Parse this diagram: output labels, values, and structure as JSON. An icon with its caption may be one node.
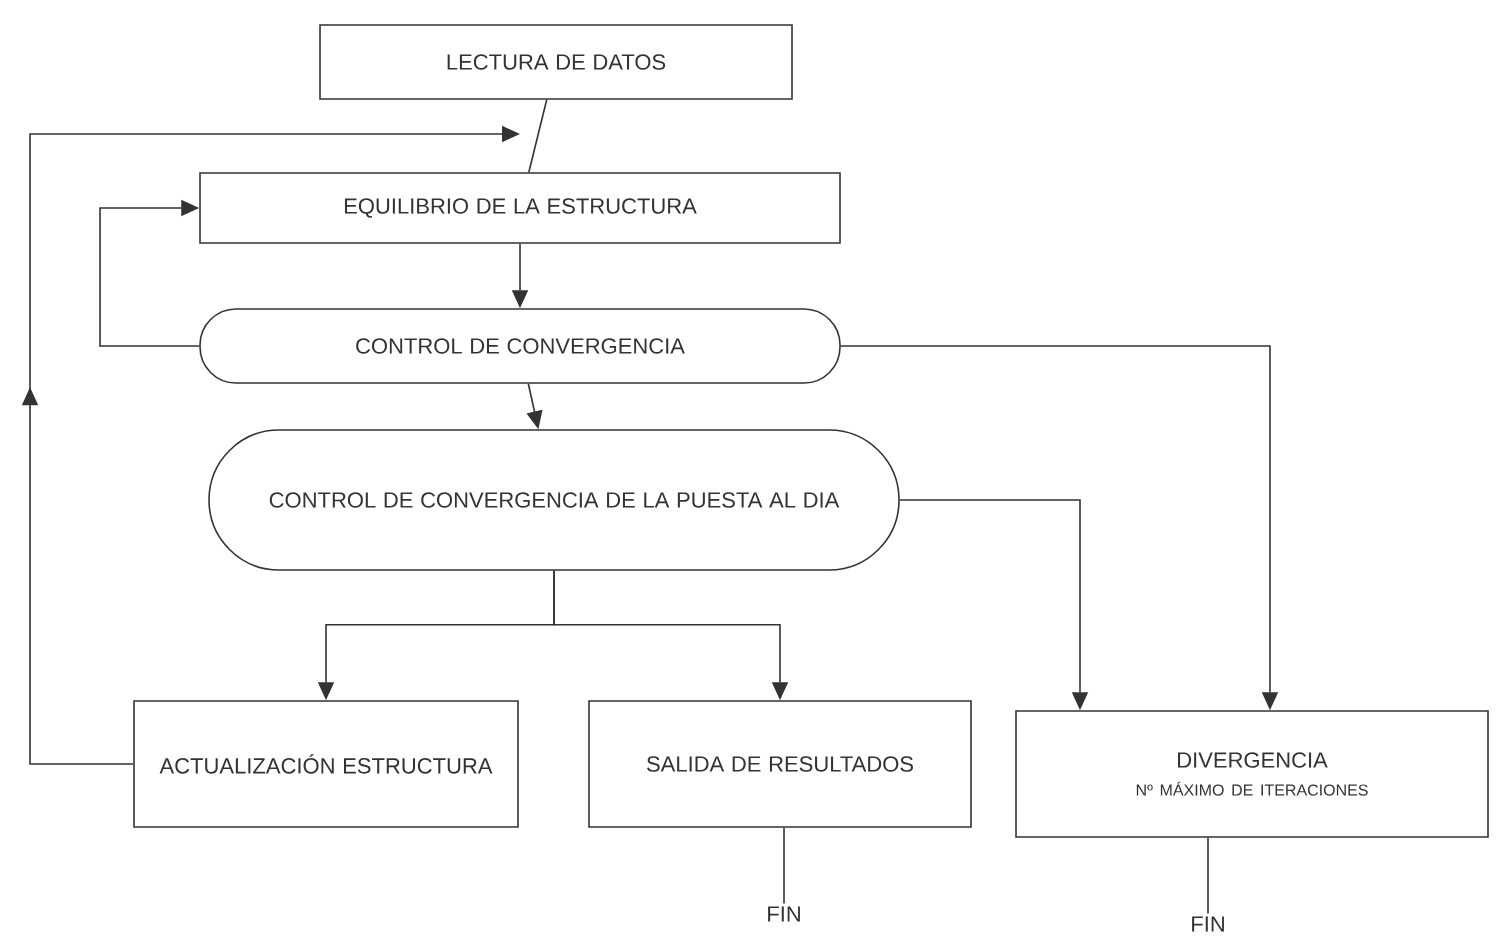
{
  "diagram": {
    "nodes": [
      {
        "text": [
          "LECTURA DE DATOS"
        ]
      },
      {
        "text": [
          "EQUILIBRIO DE LA ESTRUCTURA"
        ]
      },
      {
        "text": [
          "CONTROL DE CONVERGENCIA"
        ]
      },
      {
        "text": [
          "CONTROL DE CONVERGENCIA DE LA PUESTA AL DIA"
        ]
      },
      {
        "text": [
          "ACTUALIZACIÓN ESTRUCTURA"
        ]
      },
      {
        "text": [
          "SALIDA DE RESULTADOS"
        ]
      },
      {
        "text": [
          "DIVERGENCIA",
          "Nº MÁXIMO DE ITERACIONES"
        ]
      },
      {
        "text": [
          "FIN"
        ]
      },
      {
        "text": [
          "FIN"
        ]
      }
    ],
    "edges": [
      {
        "from": 0,
        "to": 1,
        "arrow": "none"
      },
      {
        "from": 1,
        "to": 2,
        "arrow": "to"
      },
      {
        "from": 2,
        "to": 1,
        "arrow": "to"
      },
      {
        "from": 4,
        "to": 1,
        "arrow": "to"
      },
      {
        "from": 2,
        "to": 3,
        "arrow": "to"
      },
      {
        "from": 2,
        "to": 6,
        "arrow": "to"
      },
      {
        "from": 3,
        "to": 4,
        "arrow": "to"
      },
      {
        "from": 3,
        "to": 5,
        "arrow": "to"
      },
      {
        "from": 3,
        "to": 6,
        "arrow": "to"
      },
      {
        "from": 5,
        "to": 7,
        "arrow": "none"
      },
      {
        "from": 6,
        "to": 8,
        "arrow": "none"
      }
    ]
  }
}
